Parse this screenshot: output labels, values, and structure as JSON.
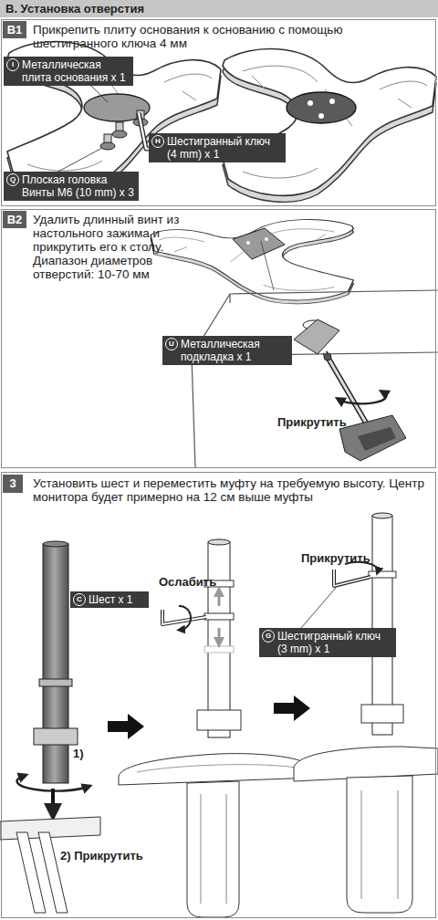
{
  "diagram": {
    "title": "В. Установка отверстия",
    "nodes": [
      {
        "text": [
          "Прикрепить плиту основания к основанию с помощью шестигранного ключа 4 мм"
        ]
      },
      {
        "text": [
          "B1"
        ],
        "in": 0
      },
      {
        "text": [
          "I",
          "Металлическая плита основания x 1"
        ],
        "in": 0
      },
      {
        "text": [
          "H",
          "Шестигранный ключ (4 mm) x 1"
        ],
        "in": 0
      },
      {
        "text": [
          "Q",
          "Плоская головка Винты M6 (10 mm) x 3"
        ],
        "in": 0
      },
      {
        "text": [
          "Удалить длинный винт из настольного зажима и прикрутить его к столу. Диапазон диаметров отверстий: 10-70 мм"
        ]
      },
      {
        "text": [
          "B2"
        ],
        "in": 5
      },
      {
        "text": [
          "U",
          "Металлическая подкладка x 1"
        ],
        "in": 5
      },
      {
        "text": [
          "Установить шест и переместить муфту на требуемую высоту. Центр монитора будет примерно на 12 см выше муфты"
        ]
      },
      {
        "text": [
          "3"
        ],
        "in": 8
      },
      {
        "text": [
          "C",
          "Шест x 1"
        ],
        "in": 8
      },
      {
        "text": [
          "G",
          "Шестигранный ключ (3 mm) x 1"
        ],
        "in": 8
      }
    ],
    "labels": [
      "Прикрутить",
      "Прикрутить",
      "Ослабить",
      "1)",
      "2) Прикрутить"
    ]
  }
}
